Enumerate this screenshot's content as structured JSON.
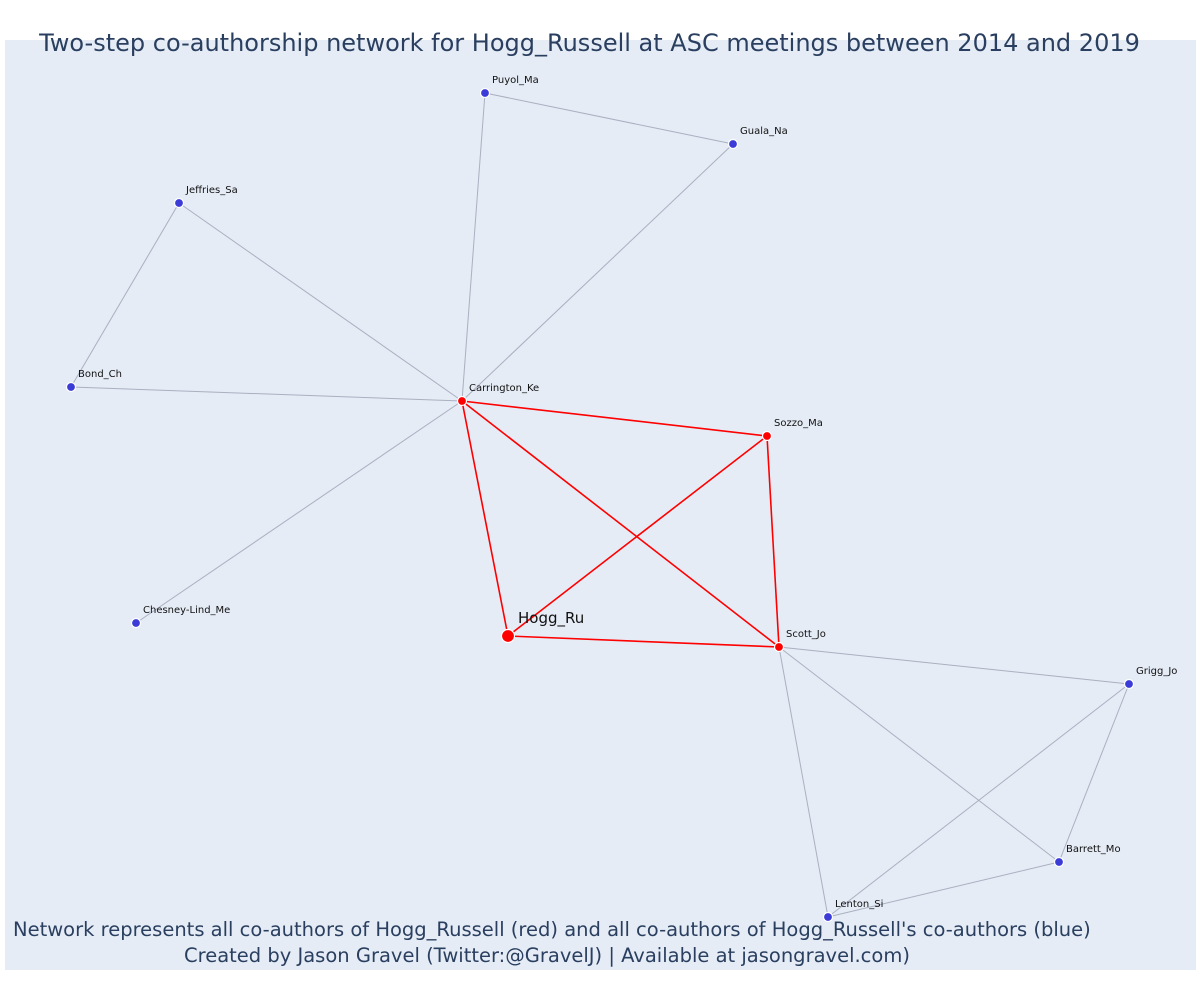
{
  "title": "Two-step co-authorship network for Hogg_Russell at ASC meetings between 2014 and 2019",
  "footer": {
    "line1": "Network represents all co-authors of Hogg_Russell (red) and all co-authors of Hogg_Russell's co-authors (blue)",
    "line2": "Created by Jason Gravel (Twitter:@GravelJ) | Available at jasongravel.com)"
  },
  "colors": {
    "background": "#e5ecf6",
    "direct_coauthor": "#ff0000",
    "second_step_coauthor": "#3b3bd8",
    "direct_edge": "#ff0000",
    "other_edge": "#aab0c0",
    "text": "#2a3f5f"
  },
  "network": {
    "focal_author": "Hogg_Ru",
    "nodes": [
      {
        "id": "Hogg_Ru",
        "group": "focal"
      },
      {
        "id": "Carrington_Ke",
        "group": "direct"
      },
      {
        "id": "Sozzo_Ma",
        "group": "direct"
      },
      {
        "id": "Scott_Jo",
        "group": "direct"
      },
      {
        "id": "Puyol_Ma",
        "group": "second"
      },
      {
        "id": "Guala_Na",
        "group": "second"
      },
      {
        "id": "Jeffries_Sa",
        "group": "second"
      },
      {
        "id": "Bond_Ch",
        "group": "second"
      },
      {
        "id": "Chesney-Lind_Me",
        "group": "second"
      },
      {
        "id": "Grigg_Jo",
        "group": "second"
      },
      {
        "id": "Barrett_Mo",
        "group": "second"
      },
      {
        "id": "Lenton_Si",
        "group": "second"
      }
    ],
    "edges": [
      {
        "source": "Hogg_Ru",
        "target": "Carrington_Ke",
        "type": "direct"
      },
      {
        "source": "Hogg_Ru",
        "target": "Sozzo_Ma",
        "type": "direct"
      },
      {
        "source": "Hogg_Ru",
        "target": "Scott_Jo",
        "type": "direct"
      },
      {
        "source": "Carrington_Ke",
        "target": "Sozzo_Ma",
        "type": "direct"
      },
      {
        "source": "Carrington_Ke",
        "target": "Scott_Jo",
        "type": "direct"
      },
      {
        "source": "Sozzo_Ma",
        "target": "Scott_Jo",
        "type": "direct"
      },
      {
        "source": "Carrington_Ke",
        "target": "Puyol_Ma",
        "type": "other"
      },
      {
        "source": "Carrington_Ke",
        "target": "Guala_Na",
        "type": "other"
      },
      {
        "source": "Puyol_Ma",
        "target": "Guala_Na",
        "type": "other"
      },
      {
        "source": "Carrington_Ke",
        "target": "Jeffries_Sa",
        "type": "other"
      },
      {
        "source": "Carrington_Ke",
        "target": "Bond_Ch",
        "type": "other"
      },
      {
        "source": "Jeffries_Sa",
        "target": "Bond_Ch",
        "type": "other"
      },
      {
        "source": "Carrington_Ke",
        "target": "Chesney-Lind_Me",
        "type": "other"
      },
      {
        "source": "Scott_Jo",
        "target": "Grigg_Jo",
        "type": "other"
      },
      {
        "source": "Scott_Jo",
        "target": "Barrett_Mo",
        "type": "other"
      },
      {
        "source": "Scott_Jo",
        "target": "Lenton_Si",
        "type": "other"
      },
      {
        "source": "Grigg_Jo",
        "target": "Barrett_Mo",
        "type": "other"
      },
      {
        "source": "Grigg_Jo",
        "target": "Lenton_Si",
        "type": "other"
      },
      {
        "source": "Barrett_Mo",
        "target": "Lenton_Si",
        "type": "other"
      }
    ]
  }
}
